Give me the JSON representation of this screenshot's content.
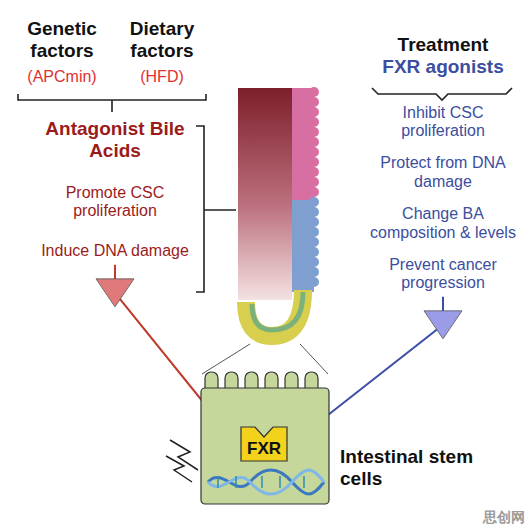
{
  "diagram": {
    "nodes": [
      {
        "text": [
          "Genetic factors",
          "(APCmin)"
        ]
      },
      {
        "text": [
          "Dietary factors",
          "(HFD)"
        ]
      },
      {
        "text": [
          "Antagonist Bile Acids",
          "Promote CSC proliferation",
          "Induce DNA damage"
        ]
      },
      {
        "text": [
          "Treatment",
          "FXR agonists",
          "Inhibit CSC proliferation",
          "Protect from DNA damage",
          "Change BA composition & levels",
          "Prevent cancer progression"
        ]
      },
      {
        "text": [
          "Intestinal stem cells"
        ]
      },
      {
        "text": [
          "FXR"
        ],
        "in": 4
      }
    ],
    "edges": [
      {
        "from": 2,
        "to": 5,
        "arrow": "to"
      },
      {
        "from": 3,
        "to": 5,
        "arrow": "to"
      }
    ],
    "labels": [
      "思创网"
    ]
  }
}
